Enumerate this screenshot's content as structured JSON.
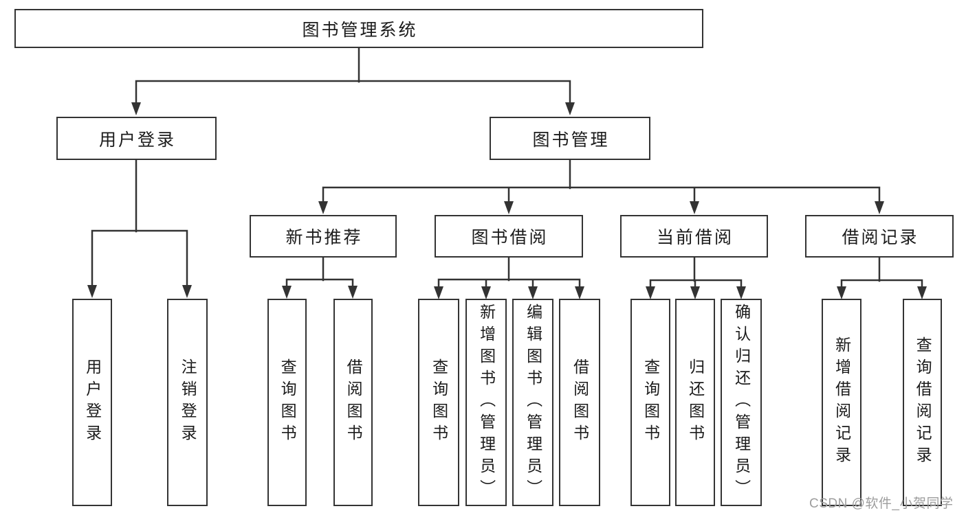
{
  "diagram": {
    "type": "hierarchy-tree",
    "root": {
      "label": "图书管理系统"
    },
    "branches": [
      {
        "label": "用户登录",
        "children": [
          {
            "label": "用户登录"
          },
          {
            "label": "注销登录"
          }
        ]
      },
      {
        "label": "图书管理",
        "children": [
          {
            "label": "新书推荐",
            "children": [
              {
                "label": "查询图书"
              },
              {
                "label": "借阅图书"
              }
            ]
          },
          {
            "label": "图书借阅",
            "children": [
              {
                "label": "查询图书"
              },
              {
                "label": "新增图书（管理员）"
              },
              {
                "label": "编辑图书（管理员）"
              },
              {
                "label": "借阅图书"
              }
            ]
          },
          {
            "label": "当前借阅",
            "children": [
              {
                "label": "查询图书"
              },
              {
                "label": "归还图书"
              },
              {
                "label": "确认归还（管理员）"
              }
            ]
          },
          {
            "label": "借阅记录",
            "children": [
              {
                "label": "新增借阅记录"
              },
              {
                "label": "查询借阅记录"
              }
            ]
          }
        ]
      }
    ]
  },
  "watermark": {
    "text": "CSDN @软件_小贺同学"
  },
  "colors": {
    "line": "#333333",
    "box_border": "#333333",
    "box_fill": "#ffffff",
    "text": "#1b1b1b",
    "watermark": "#9d9d9d",
    "background": "#ffffff"
  }
}
